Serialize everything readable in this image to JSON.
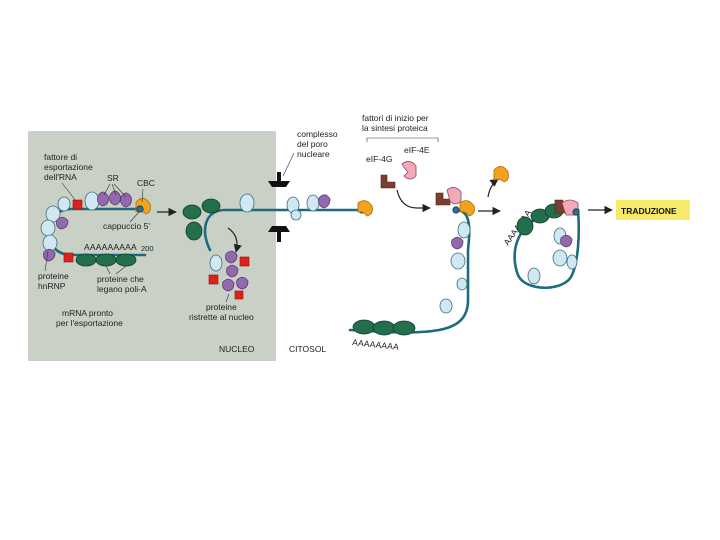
{
  "labels": {
    "export_factor_l1": "fattore di",
    "export_factor_l2": "esportazione",
    "export_factor_l3": "dell'RNA",
    "sr": "SR",
    "cbc": "CBC",
    "cap": "cappuccio 5'",
    "poly_a": "AAAAAAAAA",
    "poly_a_count": "200",
    "hnrnp_l1": "proteine",
    "hnrnp_l2": "hnRNP",
    "polya_prot_l1": "proteine che",
    "polya_prot_l2": "legano poli-A",
    "mrna_ready_l1": "mRNA pronto",
    "mrna_ready_l2": "per l'esportazione",
    "nucleus": "NUCLEO",
    "pore_l1": "complesso",
    "pore_l2": "del poro",
    "pore_l3": "nucleare",
    "restricted_l1": "proteine",
    "restricted_l2": "ristrette al nucleo",
    "cytosol": "CITOSOL",
    "init_l1": "fattori di inizio per",
    "init_l2": "la sintesi proteica",
    "eif4g": "eIF-4G",
    "eif4e": "eIF-4E",
    "poly_a_cyto": "AAAAAAAA",
    "poly_a_loop": "AAAAAAA",
    "translation": "TRADUZIONE"
  },
  "colors": {
    "nucleus_bg": "#c9d0c6",
    "membrane": "#ffffff",
    "mrna": "#1e6b7d",
    "polya_binding": "#236e4b",
    "hnrnp": "#cfe8f2",
    "sr": "#9269ad",
    "export_factor": "#e0201b",
    "cbc": "#f2a31b",
    "eif4g": "#7a3e2e",
    "eif4e": "#f4a9b8",
    "translation_box": "#f7ea6a"
  }
}
